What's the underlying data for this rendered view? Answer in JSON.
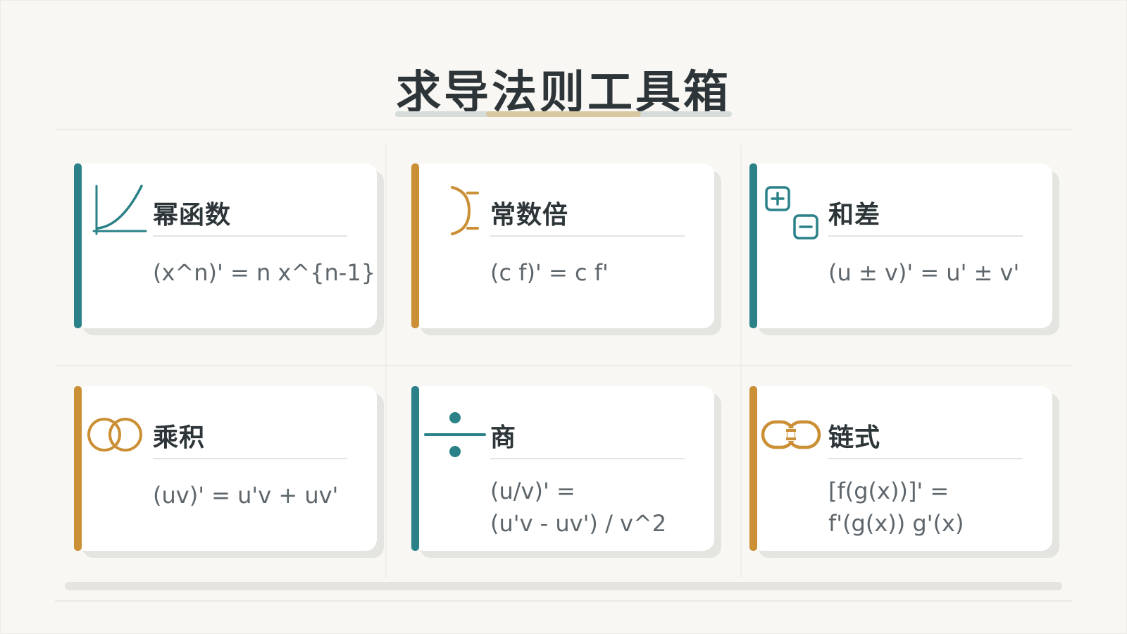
{
  "title": "求导法则工具箱",
  "colors": {
    "teal": "#2a8188",
    "ochre": "#cb8f35",
    "background": "#f8f7f3",
    "text": "#2d3539",
    "formula": "#5e666b"
  },
  "cards": [
    {
      "name": "幂函数",
      "icon": "power-curve-icon",
      "accent": "#2a8188",
      "formula_lines": [
        "(x^n)' = n x^{n-1}"
      ]
    },
    {
      "name": "常数倍",
      "icon": "bracket-icon",
      "accent": "#cb8f35",
      "formula_lines": [
        "(c f)' = c f'"
      ]
    },
    {
      "name": "和差",
      "icon": "plus-minus-icon",
      "accent": "#2a8188",
      "formula_lines": [
        "(u ± v)' = u' ± v'"
      ]
    },
    {
      "name": "乘积",
      "icon": "interlocking-rings-icon",
      "accent": "#cb8f35",
      "formula_lines": [
        "(uv)' = u'v + uv'"
      ]
    },
    {
      "name": "商",
      "icon": "division-icon",
      "accent": "#2a8188",
      "formula_lines": [
        "(u/v)' =",
        "(u'v - uv') / v^2"
      ]
    },
    {
      "name": "链式",
      "icon": "chain-link-icon",
      "accent": "#cb8f35",
      "formula_lines": [
        "[f(g(x))]' =",
        "f'(g(x)) g'(x)"
      ]
    }
  ]
}
